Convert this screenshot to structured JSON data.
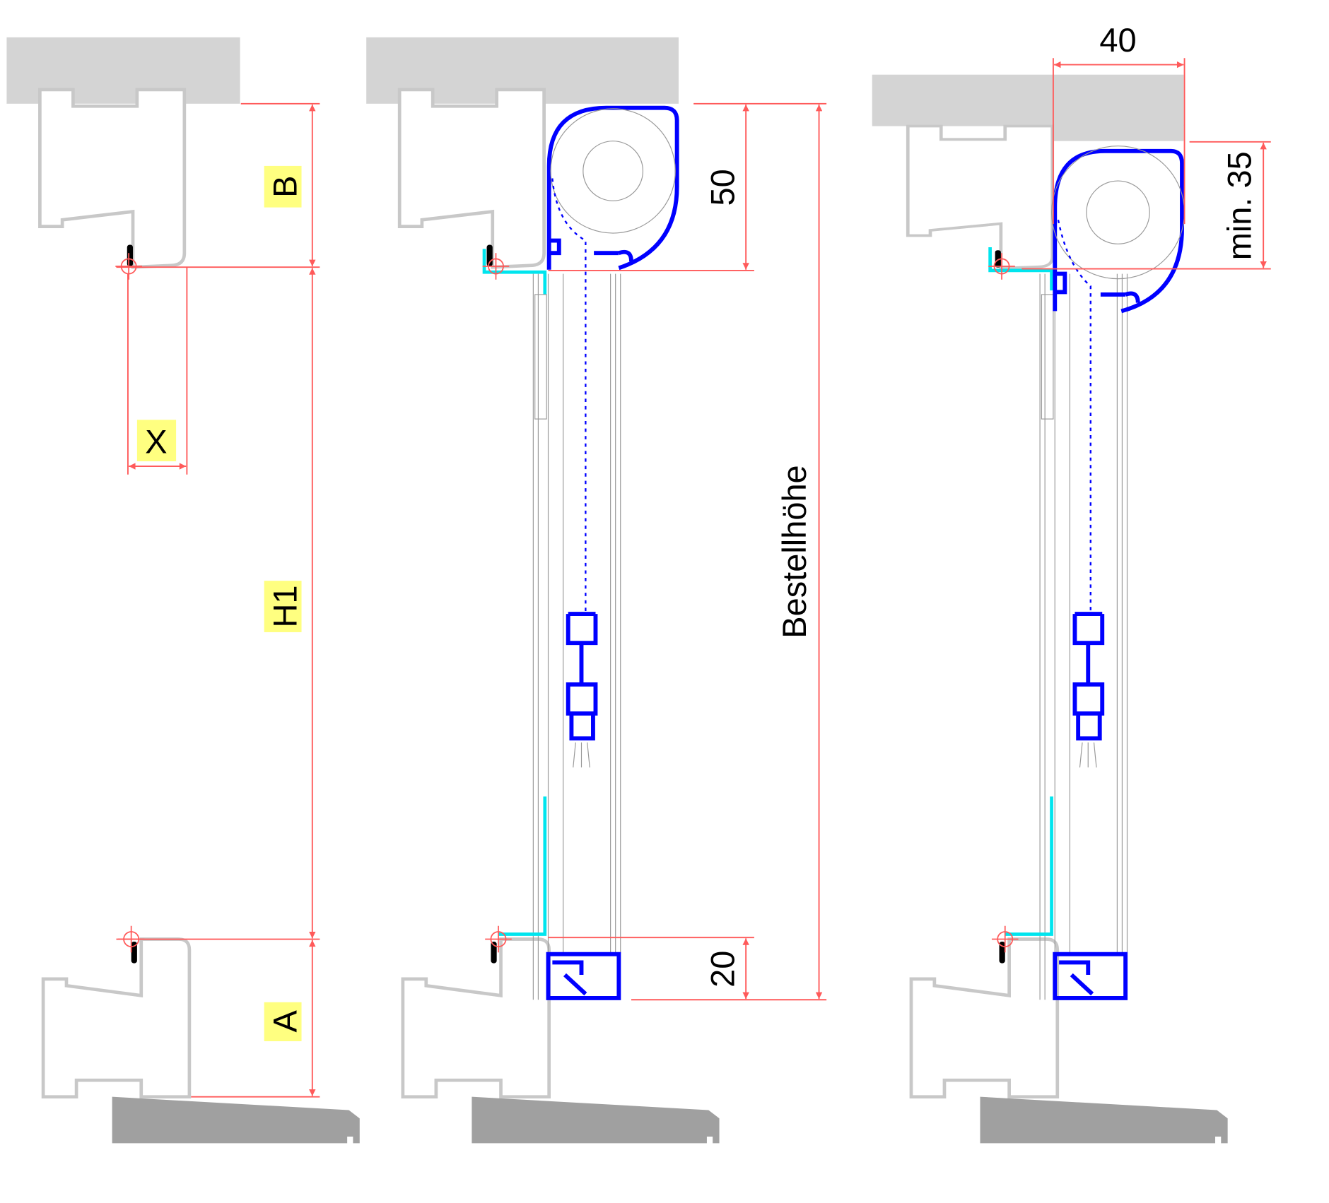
{
  "diagram": {
    "panel_left": {
      "label_b": "B",
      "label_x": "X",
      "label_h1": "H1",
      "label_a": "A"
    },
    "panel_middle": {
      "dim_top": "50",
      "dim_bottom": "20",
      "dim_total": "Bestellhöhe"
    },
    "panel_right": {
      "dim_width": "40",
      "dim_height": "min. 35"
    },
    "colors": {
      "dimension": "#ff5a5a",
      "profile": "#0000ff",
      "bracket": "#00e5ee",
      "frame": "#c8c8c8",
      "lintel": "#d4d4d4",
      "sill": "#a0a0a0",
      "label_bg": "#ffff80"
    }
  }
}
